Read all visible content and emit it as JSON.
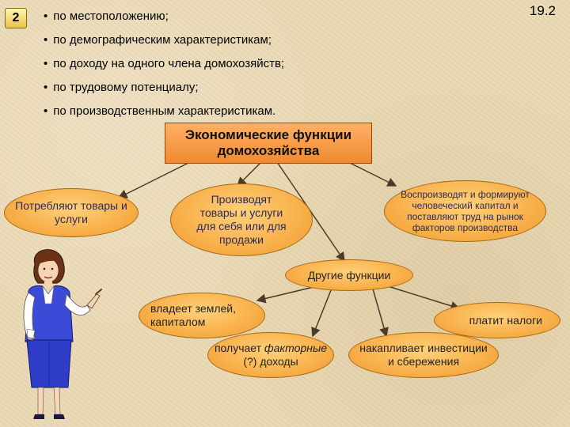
{
  "slide_number": "19.2",
  "badge": "2",
  "bullets": [
    "по местоположению;",
    "по демографическим характеристикам;",
    "по доходу на одного члена домохозяйств;",
    "по трудовому потенциалу;",
    "по производственным характеристикам."
  ],
  "diagram": {
    "root": "Экономические функции домохозяйства",
    "functions": {
      "consume": "Потребляют товары и услуги",
      "produce": "Производят товары и услуги для себя или для продажи",
      "reproduce": "Воспроизводят и формируют человеческий капитал и поставляют труд на рынок факторов производства",
      "other": "Другие функции"
    },
    "other_functions": {
      "own": "владеет землей, капиталом",
      "taxes": "платит налоги",
      "income_pre": "получает ",
      "income_em": "факторные",
      "income_post": " (?) доходы",
      "save": "накапливает инвестиции и сбережения"
    }
  },
  "colors": {
    "box_fill": "#f5a04a",
    "ellipse_fill": "#f8b04a",
    "arrow": "#4a3a2a"
  }
}
